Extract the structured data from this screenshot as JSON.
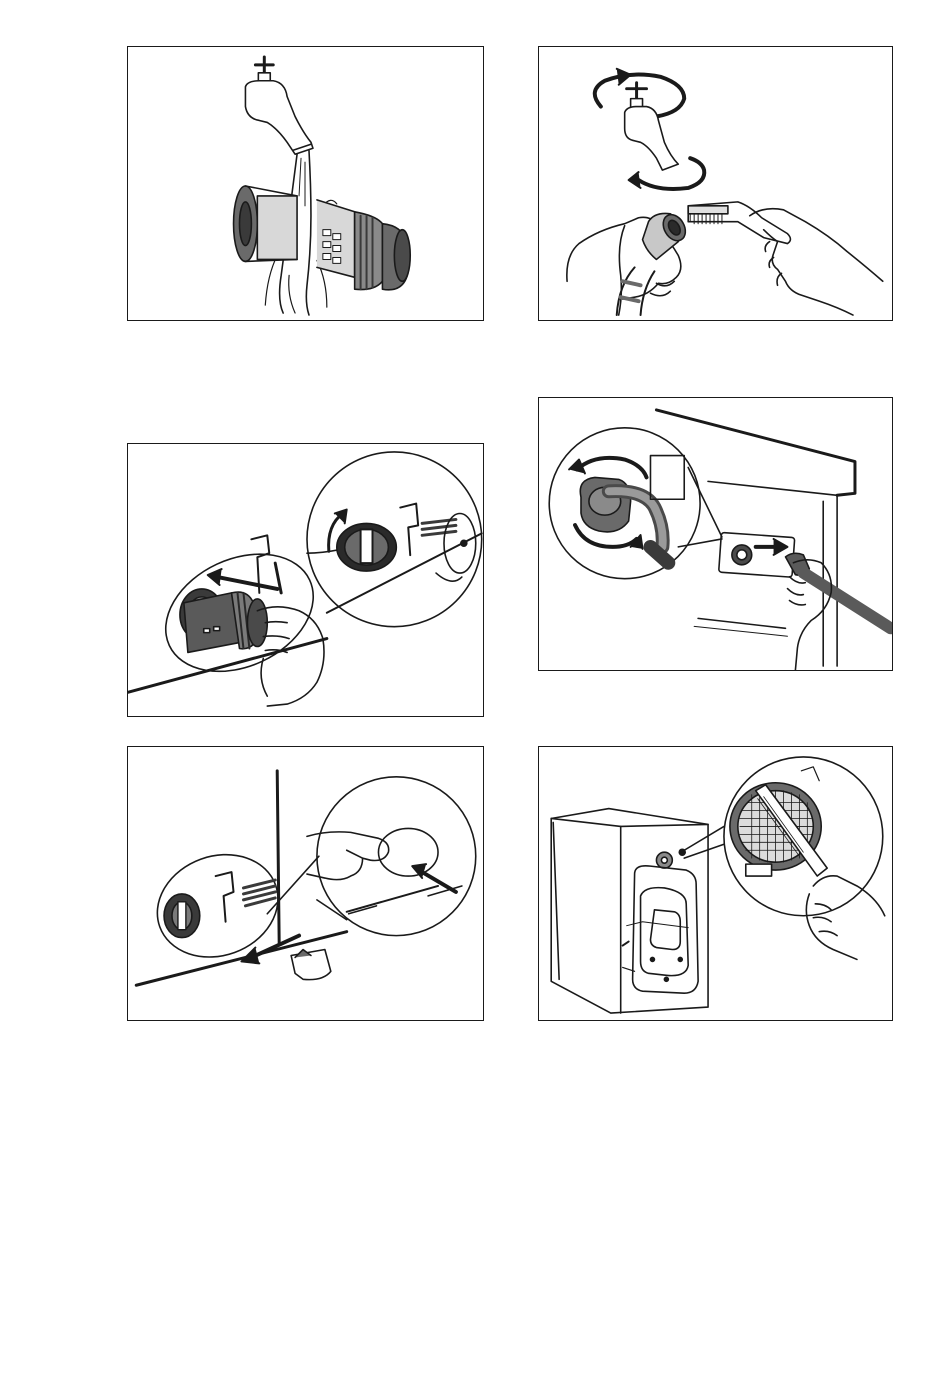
{
  "page": {
    "figures": [
      {
        "id": "fig-rinse-pump-filter",
        "icon": "rinse-filter-under-tap-icon"
      },
      {
        "id": "fig-clean-inlet-filter",
        "icon": "clean-hose-filter-with-brush-icon"
      },
      {
        "id": "fig-remove-pump-filter",
        "icon": "remove-pump-filter-icon"
      },
      {
        "id": "fig-unscrew-inlet-hose",
        "icon": "unscrew-inlet-hose-icon"
      },
      {
        "id": "fig-open-filter-flap",
        "icon": "open-filter-flap-icon"
      },
      {
        "id": "fig-clean-valve-filter",
        "icon": "clean-valve-filter-icon"
      }
    ],
    "colors": {
      "line": "#1a1a1a",
      "fill_dark": "#4a4a4a",
      "fill_mid": "#8c8c8c",
      "fill_light": "#d4d4d4"
    }
  }
}
